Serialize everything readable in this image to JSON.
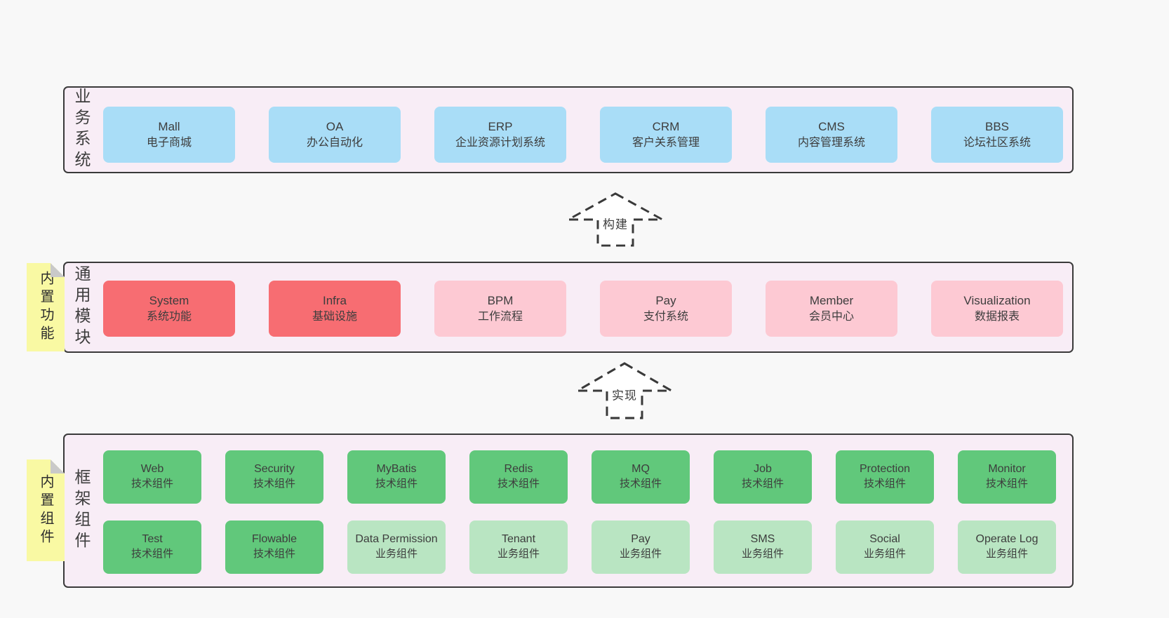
{
  "colors": {
    "page_bg": "#f8f8f8",
    "band_bg": "#f8edf6",
    "band_border": "#3a3a3a",
    "box_blue": "#a9ddf7",
    "box_red": "#f76d72",
    "box_pink": "#fdc9d3",
    "box_green_dark": "#61c87b",
    "box_green_light": "#b9e5c2",
    "sticky_yellow": "#f9f9a3",
    "sticky_fold_gray": "#c9c9c9",
    "text": "#3d3d3d"
  },
  "arrows": [
    {
      "label": "构建"
    },
    {
      "label": "实现"
    }
  ],
  "bands": {
    "business": {
      "label": "业务系统",
      "boxes": [
        {
          "en": "Mall",
          "zh": "电子商城"
        },
        {
          "en": "OA",
          "zh": "办公自动化"
        },
        {
          "en": "ERP",
          "zh": "企业资源计划系统"
        },
        {
          "en": "CRM",
          "zh": "客户关系管理"
        },
        {
          "en": "CMS",
          "zh": "内容管理系统"
        },
        {
          "en": "BBS",
          "zh": "论坛社区系统"
        }
      ]
    },
    "modules": {
      "label": "通用模块",
      "sticky": "内置功能",
      "boxes": [
        {
          "en": "System",
          "zh": "系统功能"
        },
        {
          "en": "Infra",
          "zh": "基础设施"
        },
        {
          "en": "BPM",
          "zh": "工作流程"
        },
        {
          "en": "Pay",
          "zh": "支付系统"
        },
        {
          "en": "Member",
          "zh": "会员中心"
        },
        {
          "en": "Visualization",
          "zh": "数据报表"
        }
      ]
    },
    "framework": {
      "label": "框架组件",
      "sticky": "内置组件",
      "row1": [
        {
          "en": "Web",
          "zh": "技术组件"
        },
        {
          "en": "Security",
          "zh": "技术组件"
        },
        {
          "en": "MyBatis",
          "zh": "技术组件"
        },
        {
          "en": "Redis",
          "zh": "技术组件"
        },
        {
          "en": "MQ",
          "zh": "技术组件"
        },
        {
          "en": "Job",
          "zh": "技术组件"
        },
        {
          "en": "Protection",
          "zh": "技术组件"
        },
        {
          "en": "Monitor",
          "zh": "技术组件"
        }
      ],
      "row2": [
        {
          "en": "Test",
          "zh": "技术组件"
        },
        {
          "en": "Flowable",
          "zh": "技术组件"
        },
        {
          "en": "Data Permission",
          "zh": "业务组件"
        },
        {
          "en": "Tenant",
          "zh": "业务组件"
        },
        {
          "en": "Pay",
          "zh": "业务组件"
        },
        {
          "en": "SMS",
          "zh": "业务组件"
        },
        {
          "en": "Social",
          "zh": "业务组件"
        },
        {
          "en": "Operate Log",
          "zh": "业务组件"
        }
      ]
    }
  }
}
